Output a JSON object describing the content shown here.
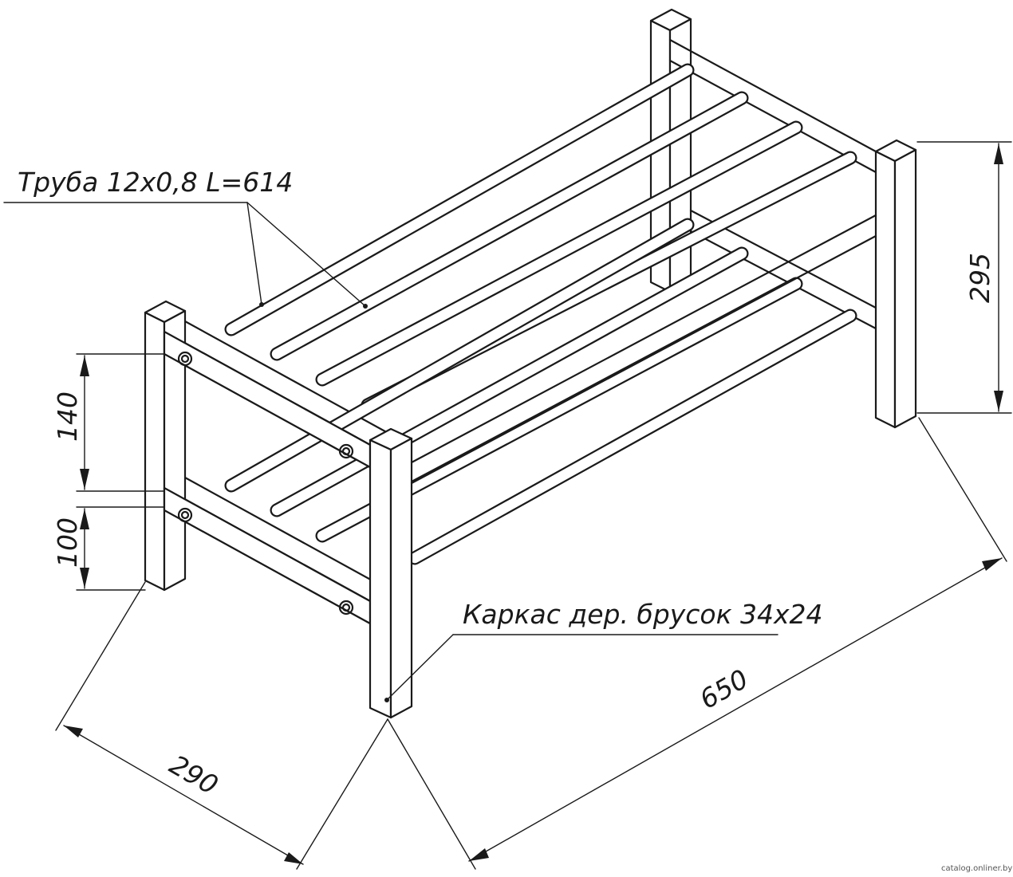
{
  "labels": {
    "tube": "Труба 12x0,8 L=614",
    "frame": "Каркас дер. брусок 34x24"
  },
  "dimensions": {
    "height_total": "295",
    "shelf_gap": "140",
    "bottom_clearance": "100",
    "depth": "290",
    "length": "650"
  },
  "watermark": "catalog.onliner.by"
}
